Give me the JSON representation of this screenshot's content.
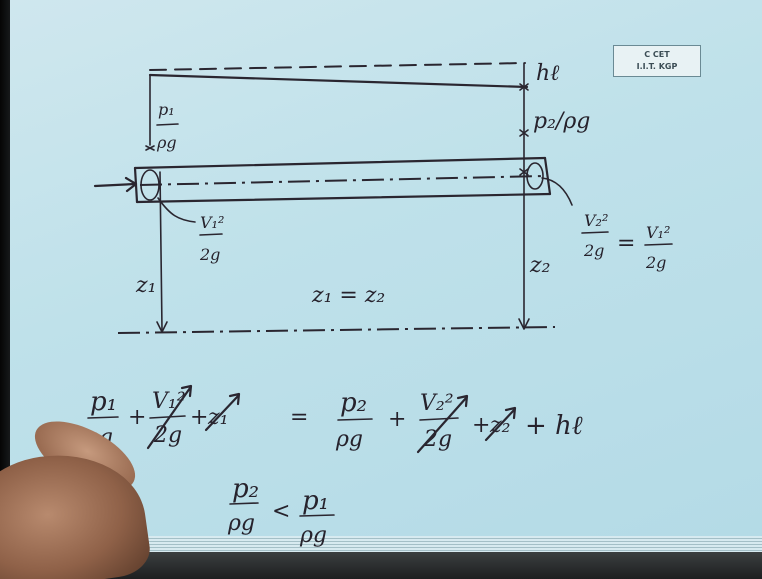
{
  "logo": {
    "line1": "C CET",
    "line2": "I.I.T. KGP"
  },
  "diagram": {
    "p1_num": "p₁",
    "p1_den": "ρg",
    "hl_top": "hℓ",
    "p2_over": "p₂/ρg",
    "v1_num": "V₁²",
    "v1_den": "2g",
    "v2_num": "V₂²",
    "v2_den": "2g",
    "v1b_num": "V₁²",
    "v1b_den": "2g",
    "eq_sign": "=",
    "z1": "z₁",
    "z2": "z₂",
    "z_relation": "z₁ = z₂"
  },
  "equation": {
    "t1_num": "p₁",
    "t1_den": "ρg",
    "plus1": "+",
    "t2_num": "V₁²",
    "t2_den": "2g",
    "plus2": "+",
    "t3": "z₁",
    "equals": "=",
    "t4_num": "p₂",
    "t4_den": "ρg",
    "plus3": "+",
    "t5_num": "V₂²",
    "t5_den": "2g",
    "plus4": "+",
    "t6": "z₂",
    "t7": "+ hℓ"
  },
  "inequality": {
    "lhs_num": "p₂",
    "lhs_den": "ρg",
    "op": "<",
    "rhs_num": "p₁",
    "rhs_den": "ρg"
  }
}
